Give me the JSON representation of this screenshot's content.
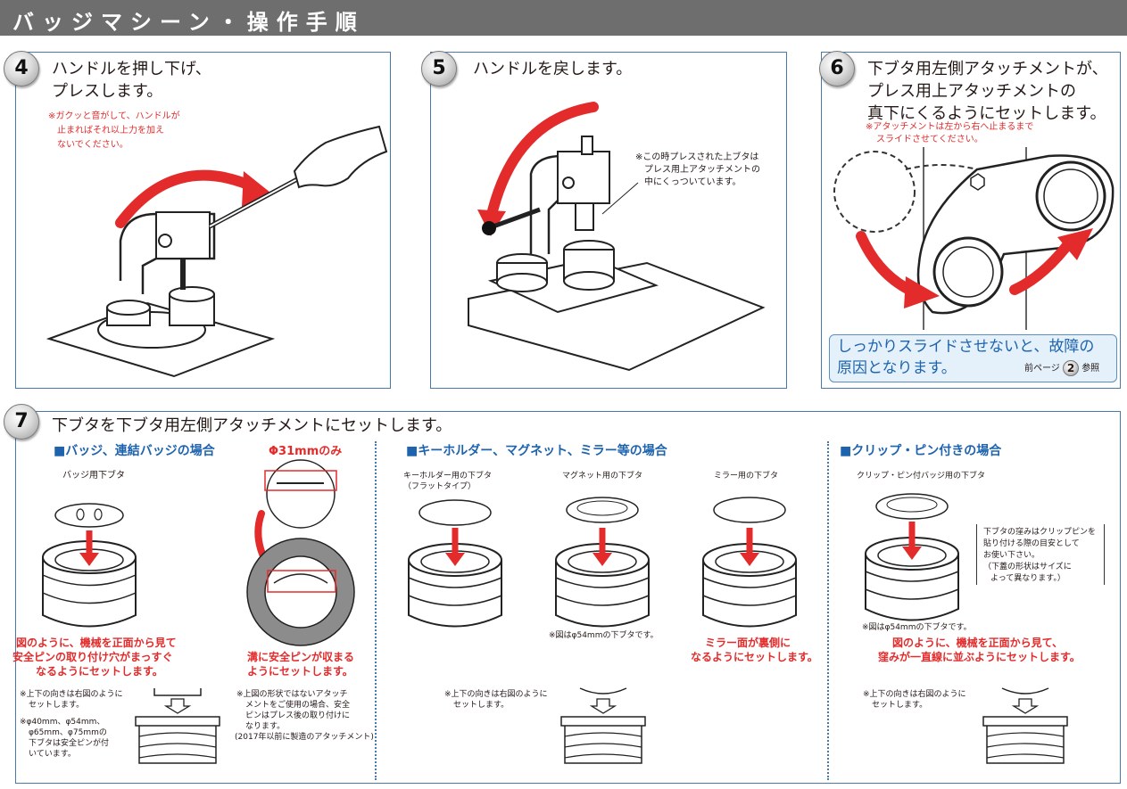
{
  "header": {
    "title": "バッジマシーン・操作手順"
  },
  "step4": {
    "number": "4",
    "text_line1": "ハンドルを押し下げ、",
    "text_line2": "プレスします。",
    "note_line1": "※ガクッと音がして、ハンドルが",
    "note_line2": "止まればそれ以上力を加え",
    "note_line3": "ないでください。"
  },
  "step5": {
    "number": "5",
    "text": "ハンドルを戻します。",
    "note_line1": "※この時プレスされた上ブタは",
    "note_line2": "プレス用上アタッチメントの",
    "note_line3": "中にくっついています。"
  },
  "step6": {
    "number": "6",
    "text_line1": "下ブタ用左側アタッチメントが、",
    "text_line2": "プレス用上アタッチメントの",
    "text_line3": "真下にくるようにセットします。",
    "note_line1": "※アタッチメントは左から右へ止まるまで",
    "note_line2": "スライドさせてください。",
    "callout_line1": "しっかりスライドさせないと、故障の",
    "callout_line2": "原因となります。",
    "ref_prefix": "前ページ",
    "ref_number": "2",
    "ref_suffix": "参照"
  },
  "step7": {
    "number": "7",
    "text": "下ブタを下ブタ用左側アタッチメントにセットします。",
    "sec1": {
      "title": "■バッジ、連結バッジの場合",
      "label": "バッジ用下ブタ",
      "instr_line1": "図のように、機械を正面から見て",
      "instr_line2": "安全ピンの取り付け穴がまっすぐ",
      "instr_line3": "なるようにセットします。",
      "orient_line1": "※上下の向きは右図のように",
      "orient_line2": "セットします。",
      "size_line1": "※φ40mm、φ54mm、",
      "size_line2": "φ65mm、φ75mmの",
      "size_line3": "下ブタは安全ピンが付",
      "size_line4": "いています。"
    },
    "sec1b": {
      "title": "Φ31mmのみ",
      "instr_line1": "溝に安全ピンが収まる",
      "instr_line2": "ようにセットします。",
      "note_line1": "※上図の形状ではないアタッチ",
      "note_line2": "メントをご使用の場合、安全",
      "note_line3": "ピンはプレス後の取り付けに",
      "note_line4": "なります。",
      "note_line5": "(2017年以前に製造のアタッチメント)"
    },
    "sec2": {
      "title": "■キーホルダー、マグネット、ミラー等の場合",
      "label_key1": "キーホルダー用の下ブタ",
      "label_key2": "（フラットタイプ）",
      "label_mag": "マグネット用の下ブタ",
      "label_mirror": "ミラー用の下ブタ",
      "fig_note": "※図はφ54mmの下ブタです。",
      "mirror_line1": "ミラー面が裏側に",
      "mirror_line2": "なるようにセットします。",
      "orient_line1": "※上下の向きは右図のように",
      "orient_line2": "セットします。"
    },
    "sec3": {
      "title": "■クリップ・ピン付きの場合",
      "label": "クリップ・ピン付バッジ用の下ブタ",
      "box_line1": "下ブタの窪みはクリップピンを",
      "box_line2": "貼り付ける際の目安として",
      "box_line3": "お使い下さい。",
      "box_line4": "（下蓋の形状はサイズに",
      "box_line5": "よって異なります。）",
      "fig_note": "※図はφ54mmの下ブタです。",
      "instr_line1": "図のように、機械を正面から見て、",
      "instr_line2": "窪みが一直線に並ぶようにセットします。",
      "orient_line1": "※上下の向きは右図のように",
      "orient_line2": "セットします。"
    }
  },
  "colors": {
    "accent_red": "#e32b2b",
    "border_blue": "#4b78ab",
    "title_blue": "#1e63ad",
    "header_gray": "#6e6e6e"
  }
}
